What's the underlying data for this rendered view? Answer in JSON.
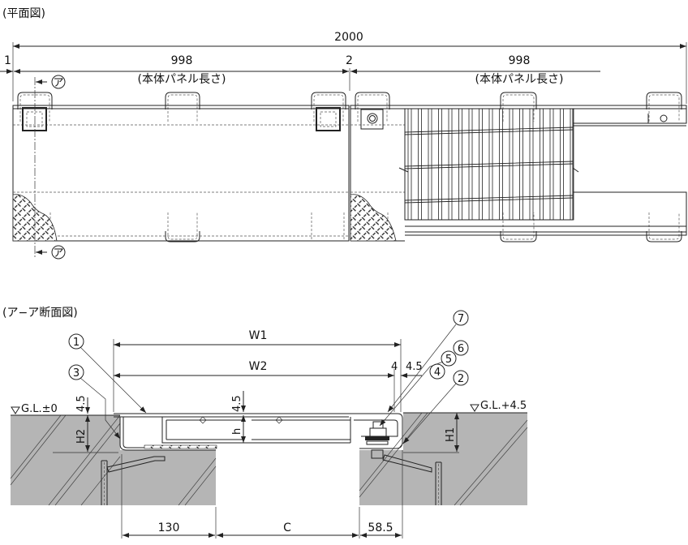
{
  "plan": {
    "title": "(平面図)",
    "dim_total": "2000",
    "dim_gap_left": "1",
    "dim_gap_mid": "2",
    "panel_left_length": "998",
    "panel_left_note": "(本体パネル長さ)",
    "panel_right_length": "998",
    "panel_right_note": "(本体パネル長さ)",
    "section_mark": "ア"
  },
  "section": {
    "title": "(ア−ア断面図)",
    "dim_w1": "W1",
    "dim_w2": "W2",
    "dim_4": "4",
    "dim_4_5_right": "4.5",
    "dim_4_5_left": "4.5",
    "dim_4_5_mid": "4.5",
    "dim_h": "h",
    "dim_h1": "H1",
    "dim_h2": "H2",
    "gl_left": "G.L.±0",
    "gl_right": "G.L.+4.5",
    "dim_130": "130",
    "dim_c": "C",
    "dim_58_5": "58.5",
    "callouts": [
      "1",
      "2",
      "3",
      "4",
      "5",
      "6",
      "7"
    ]
  },
  "colors": {
    "ground": "#b5b5b5",
    "line": "#222222"
  }
}
